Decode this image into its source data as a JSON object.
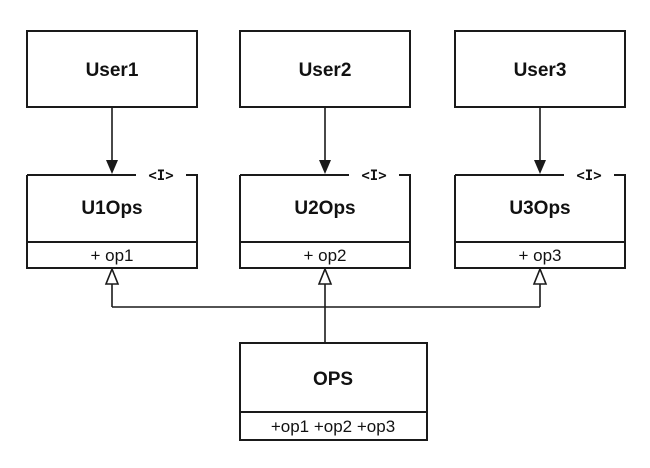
{
  "users": [
    {
      "id": "user1",
      "label": "User1"
    },
    {
      "id": "user2",
      "label": "User2"
    },
    {
      "id": "user3",
      "label": "User3"
    }
  ],
  "interfaces": [
    {
      "id": "u1ops",
      "name": "U1Ops",
      "stereotype": "<I>",
      "members": [
        "+ op1"
      ]
    },
    {
      "id": "u2ops",
      "name": "U2Ops",
      "stereotype": "<I>",
      "members": [
        "+ op2"
      ]
    },
    {
      "id": "u3ops",
      "name": "U3Ops",
      "stereotype": "<I>",
      "members": [
        "+ op3"
      ]
    }
  ],
  "implementation": {
    "name": "OPS",
    "members": "+op1 +op2 +op3"
  },
  "edges": [
    {
      "from": "User1",
      "to": "U1Ops",
      "kind": "dependency"
    },
    {
      "from": "User2",
      "to": "U2Ops",
      "kind": "dependency"
    },
    {
      "from": "User3",
      "to": "U3Ops",
      "kind": "dependency"
    },
    {
      "from": "OPS",
      "to": "U1Ops",
      "kind": "realization"
    },
    {
      "from": "OPS",
      "to": "U2Ops",
      "kind": "realization"
    },
    {
      "from": "OPS",
      "to": "U3Ops",
      "kind": "realization"
    }
  ]
}
